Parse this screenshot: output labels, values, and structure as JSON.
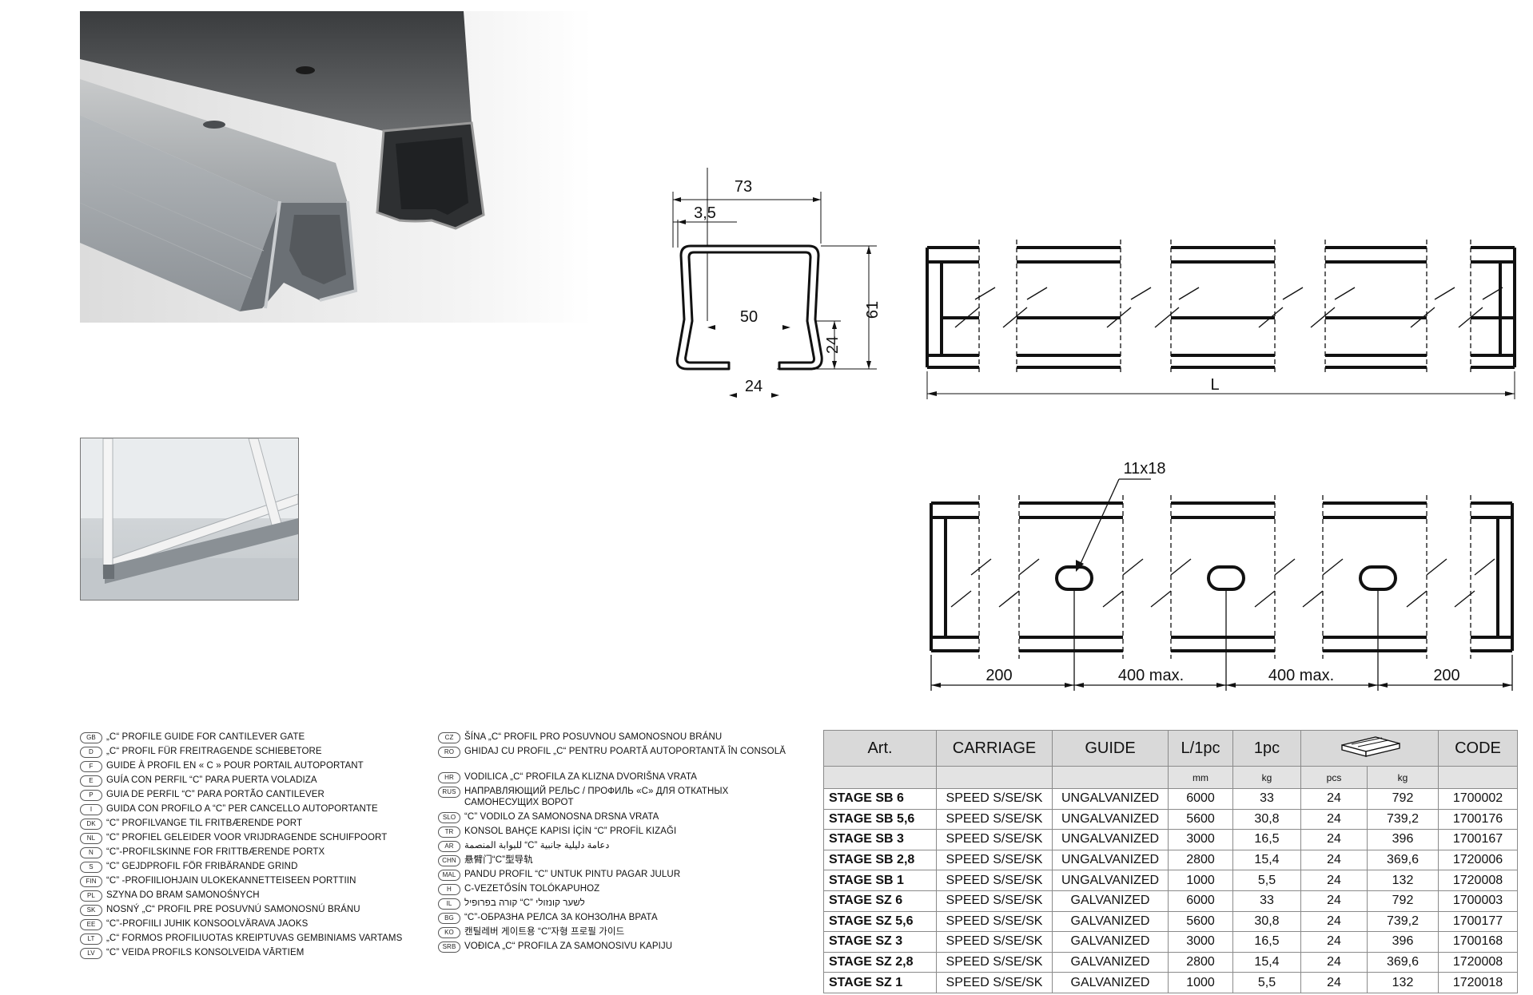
{
  "dims": {
    "width_73": "73",
    "thick_35": "3,5",
    "inner_50": "50",
    "height_61": "61",
    "height_24": "24",
    "opening_24": "24",
    "length_L": "L",
    "hole": "11x18",
    "first_200": "200",
    "pitch_1": "400 max.",
    "pitch_2": "400 max.",
    "last_200": "200"
  },
  "languages_left": [
    {
      "code": "GB",
      "text": "„C“ PROFILE GUIDE FOR CANTILEVER GATE"
    },
    {
      "code": "D",
      "text": "„C“ PROFIL FÜR FREITRAGENDE SCHIEBETORE"
    },
    {
      "code": "F",
      "text": "GUIDE À PROFIL EN « C » POUR PORTAIL AUTOPORTANT"
    },
    {
      "code": "E",
      "text": "GUÍA CON PERFIL “C” PARA PUERTA VOLADIZA"
    },
    {
      "code": "P",
      "text": "GUIA DE PERFIL “C” PARA PORTÃO CANTILEVER"
    },
    {
      "code": "I",
      "text": "GUIDA CON PROFILO A “C” PER CANCELLO AUTOPORTANTE"
    },
    {
      "code": "DK",
      "text": "“C” PROFILVANGE TIL FRITBÆRENDE PORT"
    },
    {
      "code": "NL",
      "text": "“C” PROFIEL GELEIDER VOOR VRIJDRAGENDE SCHUIFPOORT"
    },
    {
      "code": "N",
      "text": "“C”-PROFILSKINNE FOR FRITTBÆRENDE PORTX"
    },
    {
      "code": "S",
      "text": "“C” GEJDPROFIL FÖR FRIBÄRANDE GRIND"
    },
    {
      "code": "FIN",
      "text": "“C” -PROFIILIOHJAIN ULOKEKANNETTEISEEN PORTTIIN"
    },
    {
      "code": "PL",
      "text": "SZYNA DO BRAM SAMONOŚNYCH"
    },
    {
      "code": "SK",
      "text": "NOSNÝ „C“ PROFIL PRE POSUVNÚ SAMONOSNÚ BRÁNU"
    },
    {
      "code": "EE",
      "text": "“C”-PROFIILI JUHIK KONSOOLVÄRAVA JAOKS"
    },
    {
      "code": "LT",
      "text": "„C“ FORMOS PROFILIUOTAS KREIPTUVAS GEMBINIAMS VARTAMS"
    },
    {
      "code": "LV",
      "text": "“C” VEIDA PROFILS KONSOLVEIDA VĀRTIEM"
    }
  ],
  "languages_right": [
    {
      "code": "CZ",
      "text": "ŠÍNA „C“ PROFIL PRO POSUVNOU SAMONOSNOU BRÁNU"
    },
    {
      "code": "RO",
      "text": "GHIDAJ CU PROFIL „C“ PENTRU POARTĂ AUTOPORTANTĂ ÎN CONSOLĂ"
    },
    {
      "code": "HR",
      "text": "VODILICA „C“ PROFILA ZA KLIZNA DVORIŠNA VRATA"
    },
    {
      "code": "RUS",
      "text": "НАПРАВЛЯЮЩИЙ РЕЛЬС / ПРОФИЛЬ «С» ДЛЯ ОТКАТНЫХ САМОНЕСУЩИХ ВОРОТ"
    },
    {
      "code": "SLO",
      "text": "“C” VODILO ZA SAMONOSNA DRSNA VRATA"
    },
    {
      "code": "TR",
      "text": "KONSOL BAHÇE KAPISI İÇİN “C” PROFİL KIZAĞI"
    },
    {
      "code": "AR",
      "text": "للبوابة المنصمة “C” دعامة دليلية جانبية"
    },
    {
      "code": "CHN",
      "text": "悬臂门“C”型导轨"
    },
    {
      "code": "MAL",
      "text": "PANDU PROFIL “C” UNTUK PINTU PAGAR JULUR"
    },
    {
      "code": "H",
      "text": "C-VEZETŐSÍN TOLÓKAPUHOZ"
    },
    {
      "code": "IL",
      "text": "קורה בפרופיל “C” לשער קונזולי"
    },
    {
      "code": "BG",
      "text": "“C”-ОБРАЗНА РЕЛСА ЗА КОНЗОЛНА ВРАТА"
    },
    {
      "code": "KO",
      "text": "캔틸레버 게이트용 “C”자형 프로필 가이드"
    },
    {
      "code": "SRB",
      "text": "VOĐICA „C“ PROFILA ZA SAMONOSIVU KAPIJU"
    }
  ],
  "table": {
    "headers": [
      "Art.",
      "CARRIAGE",
      "GUIDE",
      "L/1pc",
      "1pc",
      "CODE"
    ],
    "units": [
      "",
      "",
      "",
      "mm",
      "kg",
      "pcs",
      "kg",
      ""
    ],
    "rows": [
      [
        "STAGE SB 6",
        "SPEED S/SE/SK",
        "UNGALVANIZED",
        "6000",
        "33",
        "24",
        "792",
        "1700002"
      ],
      [
        "STAGE SB 5,6",
        "SPEED S/SE/SK",
        "UNGALVANIZED",
        "5600",
        "30,8",
        "24",
        "739,2",
        "1700176"
      ],
      [
        "STAGE SB 3",
        "SPEED S/SE/SK",
        "UNGALVANIZED",
        "3000",
        "16,5",
        "24",
        "396",
        "1700167"
      ],
      [
        "STAGE SB 2,8",
        "SPEED S/SE/SK",
        "UNGALVANIZED",
        "2800",
        "15,4",
        "24",
        "369,6",
        "1720006"
      ],
      [
        "STAGE SB 1",
        "SPEED S/SE/SK",
        "UNGALVANIZED",
        "1000",
        "5,5",
        "24",
        "132",
        "1720008"
      ],
      [
        "STAGE SZ 6",
        "SPEED S/SE/SK",
        "GALVANIZED",
        "6000",
        "33",
        "24",
        "792",
        "1700003"
      ],
      [
        "STAGE SZ 5,6",
        "SPEED S/SE/SK",
        "GALVANIZED",
        "5600",
        "30,8",
        "24",
        "739,2",
        "1700177"
      ],
      [
        "STAGE SZ 3",
        "SPEED S/SE/SK",
        "GALVANIZED",
        "3000",
        "16,5",
        "24",
        "396",
        "1700168"
      ],
      [
        "STAGE SZ 2,8",
        "SPEED S/SE/SK",
        "GALVANIZED",
        "2800",
        "15,4",
        "24",
        "369,6",
        "1720008"
      ],
      [
        "STAGE SZ 1",
        "SPEED S/SE/SK",
        "GALVANIZED",
        "1000",
        "5,5",
        "24",
        "132",
        "1720018"
      ]
    ]
  },
  "pallet_icon": "pallet-stack-icon"
}
